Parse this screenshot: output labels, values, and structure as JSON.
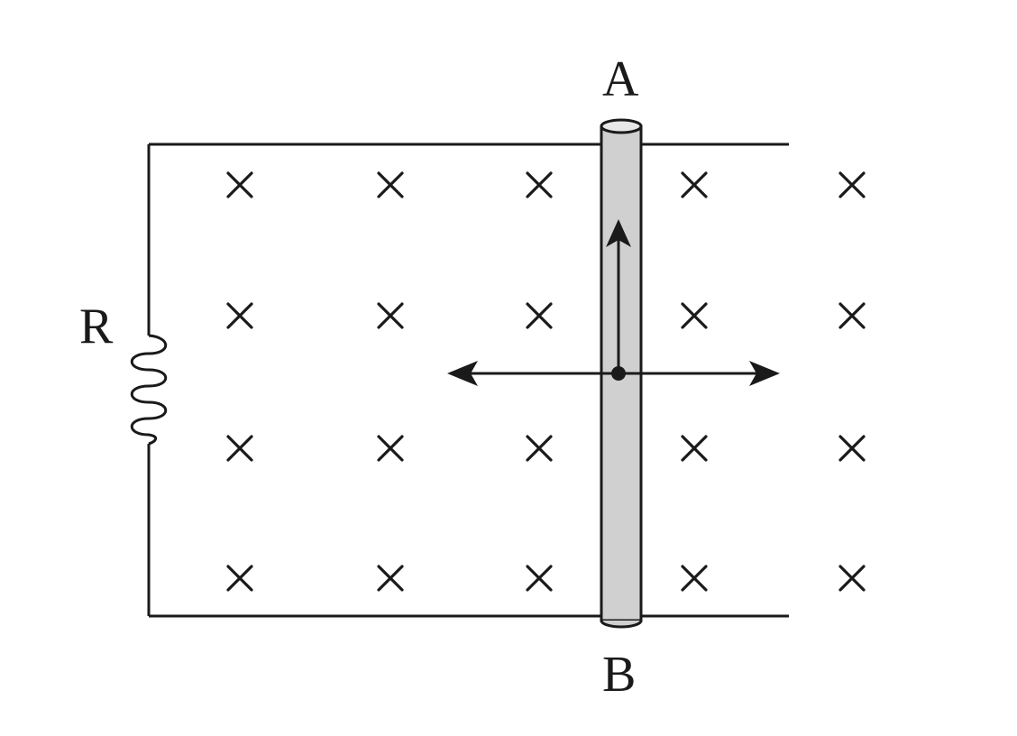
{
  "labels": {
    "top_end": "A",
    "bottom_end": "B",
    "resistor": "R"
  },
  "field": {
    "symbol": "×",
    "rows": 4,
    "columns": 5,
    "direction": "into-page"
  },
  "rod": {
    "fill_color": "#d0d0d0",
    "edge_color": "#1a1a1a"
  },
  "arrows": {
    "vertical": "up",
    "horizontal": "left-and-right"
  }
}
